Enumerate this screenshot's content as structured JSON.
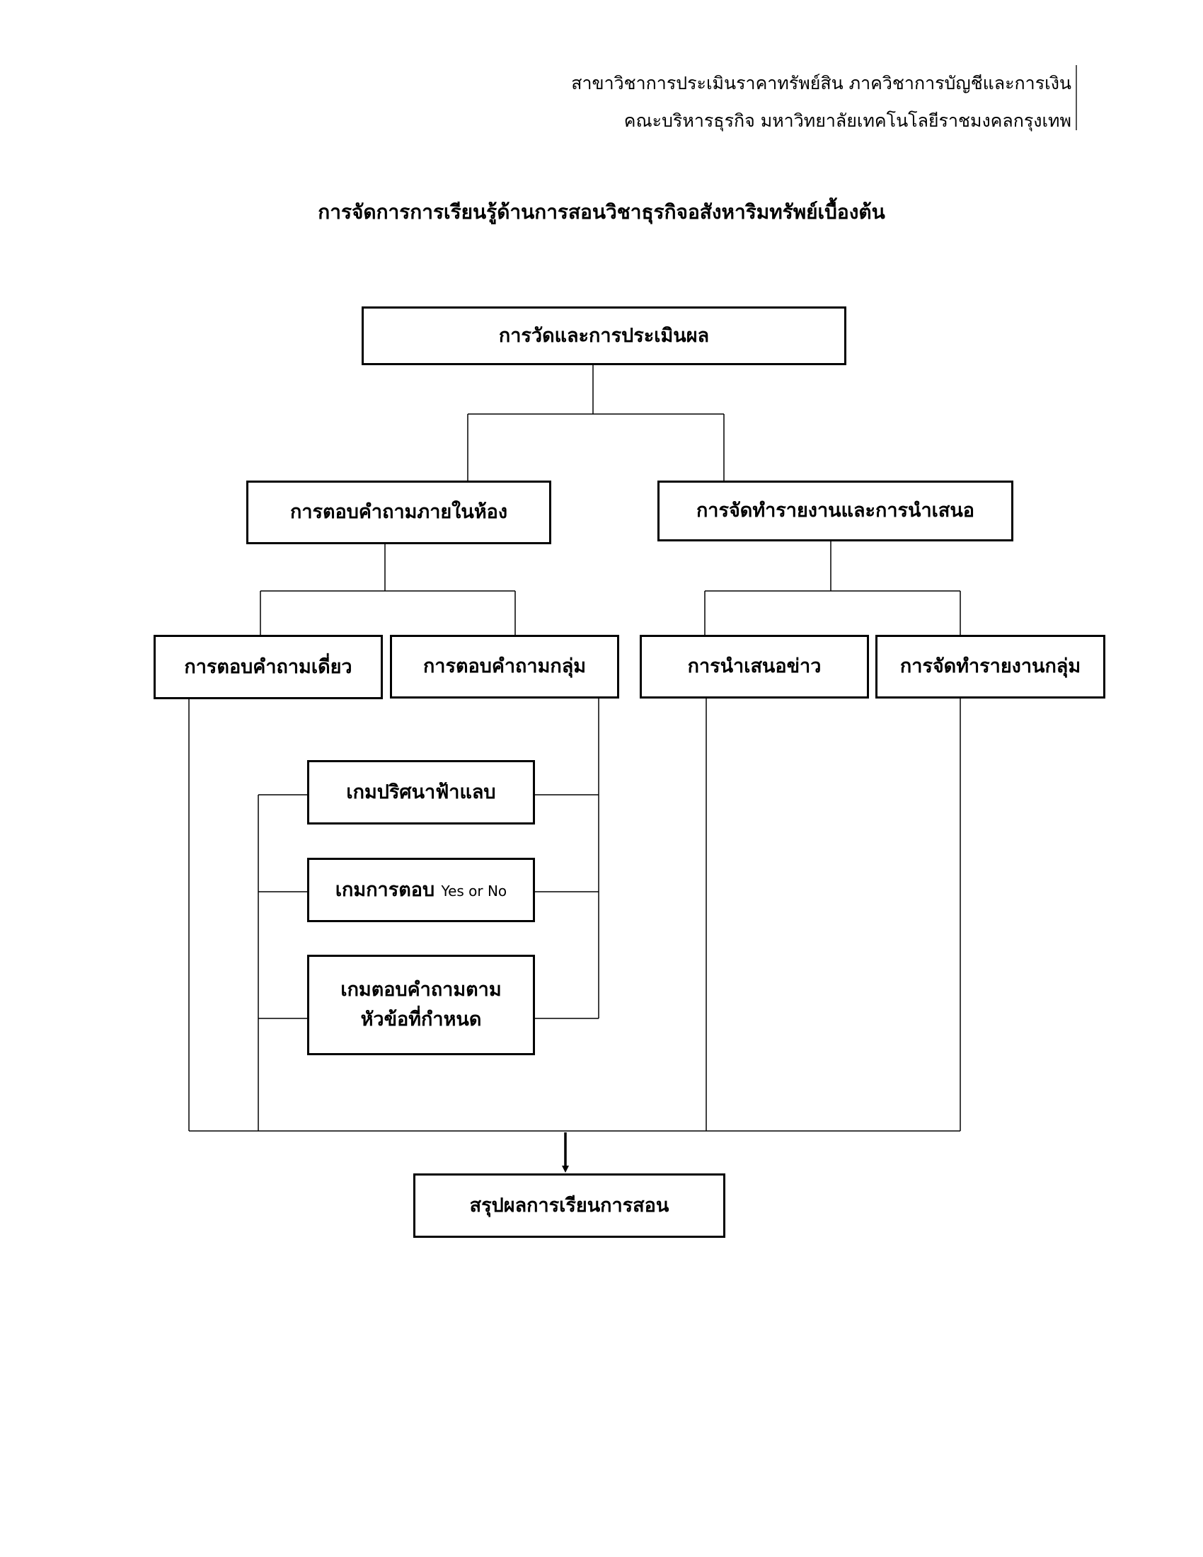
{
  "header": {
    "line1": "สาขาวิชาการประเมินราคาทรัพย์สิน ภาควิชาการบัญชีและการเงิน",
    "line2": "คณะบริหารธุรกิจ มหาวิทยาลัยเทคโนโลยีราชมงคลกรุงเทพ"
  },
  "title": "การจัดการการเรียนรู้ด้านการสอนวิชาธุรกิจอสังหาริมทรัพย์เบื้องต้น",
  "diagram": {
    "top": "การวัดและการประเมินผล",
    "branch_class": "การตอบคำถามภายในห้อง",
    "branch_report": "การจัดทำรายงานและการนำเสนอ",
    "single_answer": "การตอบคำถามเดี่ยว",
    "group_answer": "การตอบคำถามกลุ่ม",
    "news_presentation": "การนำเสนอข่าว",
    "group_report": "การจัดทำรายงานกลุ่ม",
    "game1": "เกมปริศนาฟ้าแลบ",
    "game2_main": "เกมการตอบ",
    "game2_small": "Yes or No",
    "game3_line1": "เกมตอบคำถามตาม",
    "game3_line2": "หัวข้อที่กำหนด",
    "final": "สรุปผลการเรียนการสอน"
  },
  "colors": {
    "line": "#000000",
    "box_border": "#000000",
    "background": "#ffffff"
  }
}
